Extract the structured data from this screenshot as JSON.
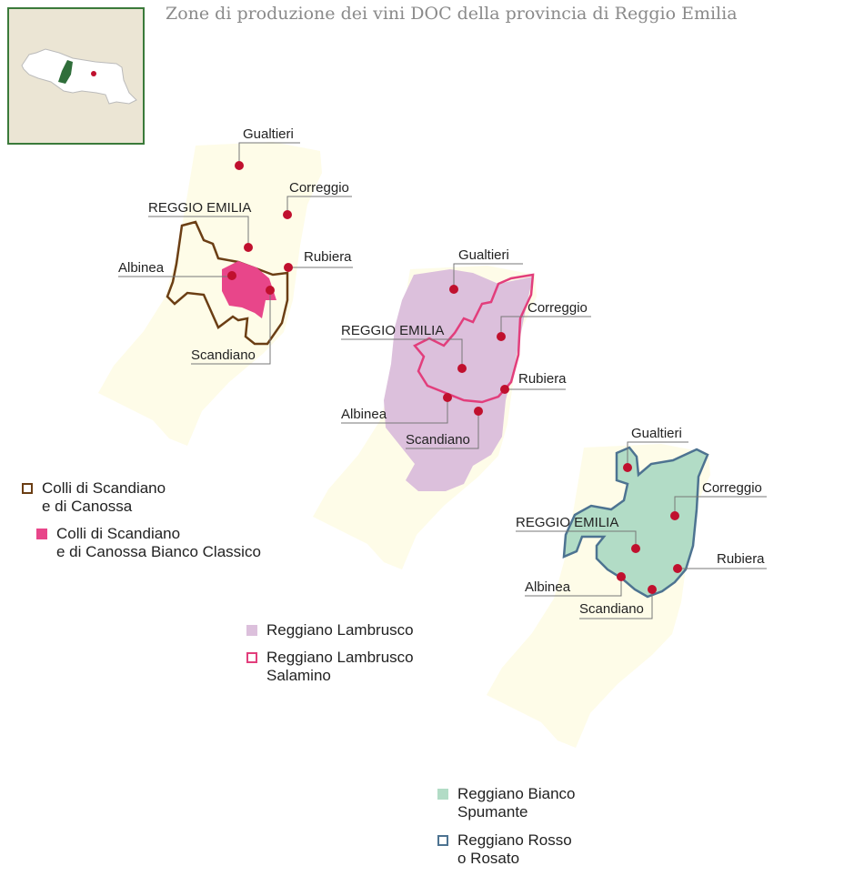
{
  "title": "Zone di produzione dei vini DOC della provincia di Reggio Emilia",
  "colors": {
    "province": "#fefce8",
    "dot": "#c0102e",
    "brown": "#6b3e14",
    "pink": "#e8468a",
    "purple": "#dcc0dc",
    "pink_line": "#e23e7c",
    "green": "#b2dcc6",
    "blue": "#4d7391",
    "inset_bg": "#ebe5d4",
    "inset_region": "#2f6e3a"
  },
  "cities": [
    "Gualtieri",
    "Correggio",
    "REGGIO EMILIA",
    "Rubiera",
    "Albinea",
    "Scandiano"
  ],
  "legends": {
    "map1": [
      {
        "line1": "Colli di Scandiano",
        "line2": "e di Canossa",
        "style": "outline",
        "color": "#6b3e14"
      },
      {
        "line1": "Colli di Scandiano",
        "line2": "e di Canossa Bianco Classico",
        "style": "fill",
        "color": "#e8468a"
      }
    ],
    "map2": [
      {
        "line1": "Reggiano Lambrusco",
        "line2": "",
        "style": "fill",
        "color": "#dcc0dc"
      },
      {
        "line1": "Reggiano Lambrusco",
        "line2": "Salamino",
        "style": "outline",
        "color": "#e23e7c"
      }
    ],
    "map3": [
      {
        "line1": "Reggiano Bianco",
        "line2": "Spumante",
        "style": "fill",
        "color": "#b2dcc6"
      },
      {
        "line1": "Reggiano Rosso",
        "line2": "o Rosato",
        "style": "outline",
        "color": "#4d7391"
      }
    ]
  }
}
